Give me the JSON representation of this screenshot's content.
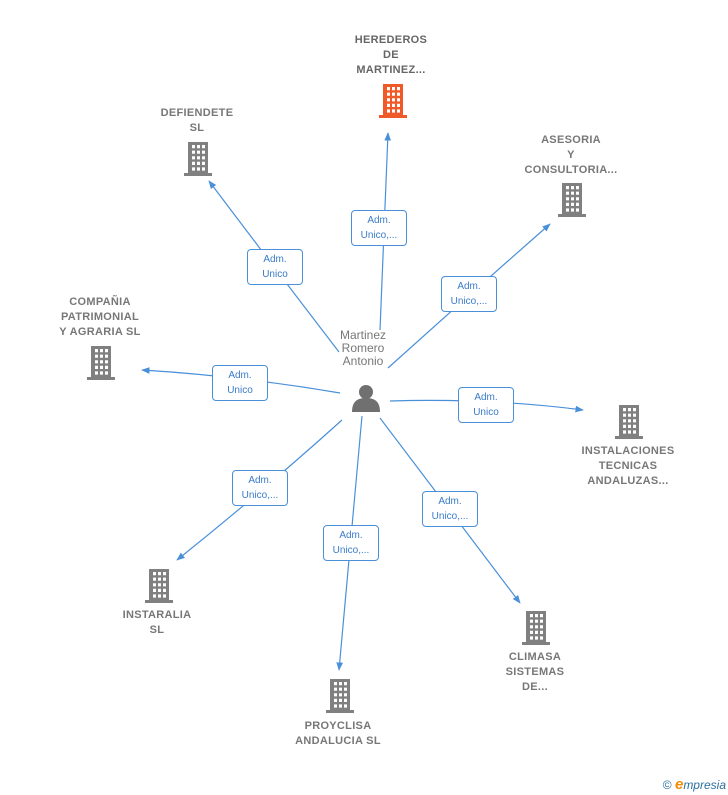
{
  "center": {
    "name_lines": [
      "Martinez",
      "Romero",
      "Antonio"
    ]
  },
  "companies": [
    {
      "id": "herederos",
      "lines": [
        "HEREDEROS",
        "DE",
        "MARTINEZ..."
      ],
      "highlight": true
    },
    {
      "id": "defiendete",
      "lines": [
        "DEFIENDETE",
        "SL"
      ],
      "highlight": false
    },
    {
      "id": "asesoria",
      "lines": [
        "ASESORIA",
        "Y",
        "CONSULTORIA..."
      ],
      "highlight": false
    },
    {
      "id": "compania",
      "lines": [
        "COMPAÑIA",
        "PATRIMONIAL",
        "Y AGRARIA  SL"
      ],
      "highlight": false
    },
    {
      "id": "instalaciones",
      "lines": [
        "INSTALACIONES",
        "TECNICAS",
        "ANDALUZAS..."
      ],
      "highlight": false
    },
    {
      "id": "instaralia",
      "lines": [
        "INSTARALIA",
        "SL"
      ],
      "highlight": false
    },
    {
      "id": "proyclisa",
      "lines": [
        "PROYCLISA",
        "ANDALUCIA  SL"
      ],
      "highlight": false
    },
    {
      "id": "climasa",
      "lines": [
        "CLIMASA",
        "SISTEMAS",
        "DE..."
      ],
      "highlight": false
    }
  ],
  "edges": [
    {
      "to": "herederos",
      "lines": [
        "Adm.",
        "Unico,..."
      ]
    },
    {
      "to": "defiendete",
      "lines": [
        "Adm.",
        "Unico"
      ]
    },
    {
      "to": "asesoria",
      "lines": [
        "Adm.",
        "Unico,..."
      ]
    },
    {
      "to": "compania",
      "lines": [
        "Adm.",
        "Unico"
      ]
    },
    {
      "to": "instalaciones",
      "lines": [
        "Adm.",
        "Unico"
      ]
    },
    {
      "to": "instaralia",
      "lines": [
        "Adm.",
        "Unico,..."
      ]
    },
    {
      "to": "proyclisa",
      "lines": [
        "Adm.",
        "Unico,..."
      ]
    },
    {
      "to": "climasa",
      "lines": [
        "Adm.",
        "Unico,..."
      ]
    }
  ],
  "colors": {
    "edge": "#4a90d9",
    "building": "#808080",
    "building_highlight": "#f05a28",
    "person": "#707070"
  },
  "footer": {
    "copyright": "©",
    "brand_initial": "e",
    "brand_rest": "mpresia"
  }
}
